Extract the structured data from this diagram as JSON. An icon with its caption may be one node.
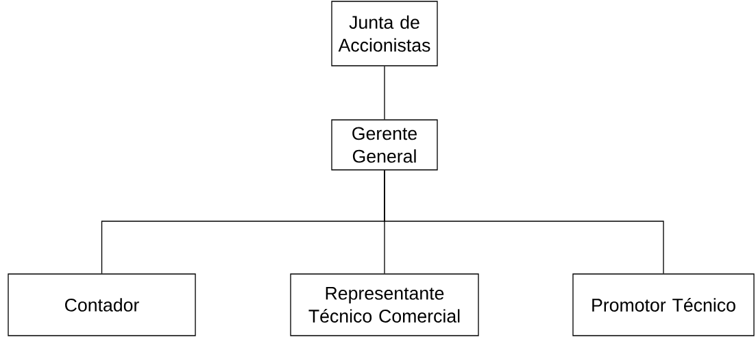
{
  "diagram": {
    "nodes": [
      {
        "text": [
          "Junta de Accionistas"
        ]
      },
      {
        "text": [
          "Gerente General"
        ]
      },
      {
        "text": [
          "Contador"
        ]
      },
      {
        "text": [
          "Representante Técnico Comercial"
        ]
      },
      {
        "text": [
          "Promotor Técnico"
        ]
      }
    ],
    "edges": [
      {
        "from": 0,
        "to": 1,
        "arrow": "none"
      },
      {
        "from": 1,
        "to": 2,
        "arrow": "none"
      },
      {
        "from": 1,
        "to": 3,
        "arrow": "none"
      },
      {
        "from": 1,
        "to": 4,
        "arrow": "none"
      }
    ]
  }
}
